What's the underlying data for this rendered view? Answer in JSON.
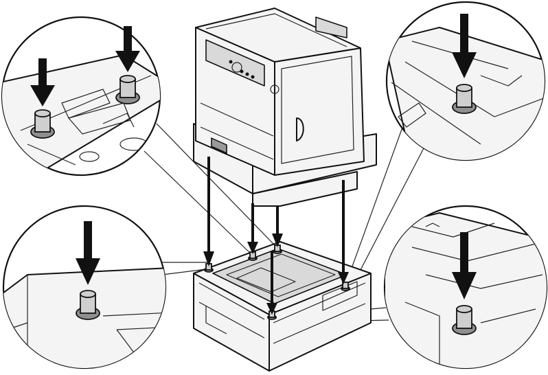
{
  "figure": {
    "subject": "printer-mounting-on-optional-tray-module",
    "callouts": [
      {
        "name": "top-left",
        "pins": 2
      },
      {
        "name": "top-right",
        "pins": 1
      },
      {
        "name": "bottom-left",
        "pins": 1
      },
      {
        "name": "bottom-right",
        "pins": 1
      }
    ],
    "icons": [
      "printer-icon",
      "tray-module-icon",
      "down-arrow-icon",
      "guide-pin-icon"
    ],
    "colors": {
      "line": "#111111",
      "fill": "#f4f4f4",
      "pin": "#cfcfcf",
      "pin_base": "#8f8f8f"
    }
  }
}
